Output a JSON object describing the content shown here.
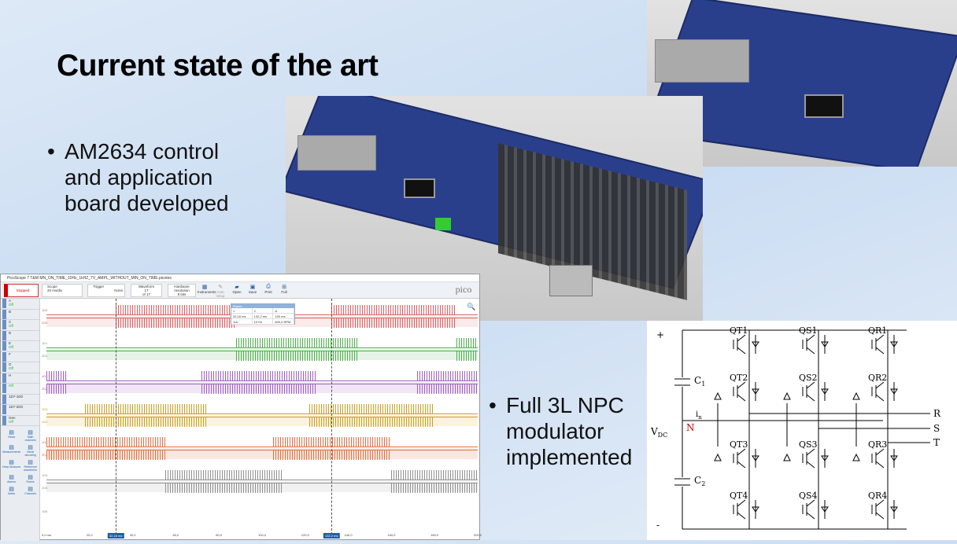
{
  "slide": {
    "title": "Current state of the art",
    "bullets": [
      {
        "lines": [
          "AM2634 control",
          "and application",
          "board developed"
        ]
      },
      {
        "lines": [
          "Full 3L NPC",
          "modulator",
          "implemented"
        ]
      }
    ],
    "bullet_char": "•"
  },
  "picoscope": {
    "window_title": "PicoScope 7 T&M MN_ON_TIME_10Hz_1kHZ_7V_AMPL_WITHOUT_MIN_ON_TIME.picotes",
    "toolbar": {
      "stopped": "Stopped",
      "scope": "Scope",
      "timebase": "20 ms/div",
      "trigger": "Trigger",
      "trigger_mode": "None",
      "waveform": "Waveform",
      "waveform_num": "17",
      "waveform_of": "of 17",
      "hw_res": "Hardware resolution",
      "bits": "8 bits",
      "instruments": "Instruments",
      "auto_setup": "Auto setup",
      "open": "Open",
      "save": "Save",
      "print": "Print",
      "full": "Full",
      "logo": "pico"
    },
    "channels": [
      {
        "name": "A",
        "state": "Off"
      },
      {
        "name": "B",
        "state": ""
      },
      {
        "name": "C",
        "state": "Off"
      },
      {
        "name": "D",
        "state": ""
      },
      {
        "name": "E",
        "state": "Off"
      },
      {
        "name": "F",
        "state": ""
      },
      {
        "name": "G",
        "state": "Off"
      },
      {
        "name": "H",
        "state": ""
      },
      {
        "name": "",
        "state": "Off"
      },
      {
        "name": "1D7-1D0",
        "state": ""
      },
      {
        "name": "1D7-2D0",
        "state": ""
      },
      {
        "name": "Gen",
        "state": "Off"
      }
    ],
    "tools": [
      "Views",
      "Math channels",
      "Measurements",
      "Serial decoding",
      "Deep Measure",
      "Reference waveforms",
      "Alarms",
      "Rulers",
      "Notes",
      "Channels"
    ],
    "rulers": {
      "title": "Rulers",
      "head": [
        "1",
        "2",
        "Δ"
      ],
      "row1": [
        "32,16 ms",
        "132,2 ms",
        "100 ms"
      ],
      "row2": [
        "1/Δ",
        "10 Hz",
        "600,0 RPM"
      ]
    },
    "x_range_ms": [
      0,
      200
    ],
    "cursors_ms": [
      32.16,
      132.2
    ],
    "x_ticks": [
      {
        "v": 0,
        "t": "0,0 ms"
      },
      {
        "v": 20,
        "t": "20,0"
      },
      {
        "v": 32.16,
        "t": "32,16 ms",
        "hl": true
      },
      {
        "v": 40,
        "t": "40,0"
      },
      {
        "v": 60,
        "t": "60,0"
      },
      {
        "v": 80,
        "t": "80,0"
      },
      {
        "v": 100,
        "t": "100,0"
      },
      {
        "v": 120,
        "t": "120,0"
      },
      {
        "v": 132.2,
        "t": "132,2 ms",
        "hl": true
      },
      {
        "v": 140,
        "t": "140,0"
      },
      {
        "v": 160,
        "t": "160,0"
      },
      {
        "v": 180,
        "t": "180,0"
      },
      {
        "v": 200,
        "t": "200,0"
      }
    ],
    "traces": [
      {
        "color": "#e06060",
        "bg": "#fbeaea",
        "labels": [
          "1D0",
          "2D0"
        ],
        "bursts": [
          [
            32,
            88
          ],
          [
            132,
            190
          ]
        ]
      },
      {
        "color": "#4cb04c",
        "bg": "#e5f4e5",
        "labels": [
          "1D1",
          "2D1"
        ],
        "bursts": [
          [
            0,
            0
          ],
          [
            88,
            145
          ],
          [
            190,
            200
          ]
        ],
        "inv": true
      },
      {
        "color": "#a060c0",
        "bg": "#f1e6f6",
        "labels": [
          "1D2",
          "2D2"
        ],
        "bursts": [
          [
            0,
            10
          ],
          [
            72,
            125
          ],
          [
            172,
            200
          ]
        ]
      },
      {
        "color": "#c8a020",
        "bg": "#fbf3dc",
        "labels": [
          "1D3",
          "2D3"
        ],
        "bursts": [
          [
            18,
            75
          ],
          [
            122,
            180
          ]
        ]
      },
      {
        "color": "#e07040",
        "bg": "#fbe7df",
        "labels": [
          "1D4",
          "2D4"
        ],
        "bursts": [
          [
            0,
            55
          ],
          [
            105,
            160
          ]
        ]
      },
      {
        "color": "#909090",
        "bg": "#f1f1f1",
        "labels": [
          "1D5",
          "2D5"
        ],
        "bursts": [
          [
            55,
            110
          ],
          [
            160,
            200
          ]
        ]
      }
    ],
    "extra_label": "1D6"
  },
  "circuit": {
    "switches": [
      [
        "QT1",
        "QS1",
        "QR1"
      ],
      [
        "QT2",
        "QS2",
        "QR2"
      ],
      [
        "QT3",
        "QS3",
        "QR3"
      ],
      [
        "QT4",
        "QS4",
        "QR4"
      ]
    ],
    "c1": "C",
    "c1_sub": "1",
    "c2": "C",
    "c2_sub": "2",
    "vdc": "V",
    "vdc_sub": "DC",
    "n": "N",
    "in": "i",
    "in_sub": "n",
    "outputs": [
      "R",
      "S",
      "T"
    ],
    "plus": "+",
    "minus": "-"
  }
}
